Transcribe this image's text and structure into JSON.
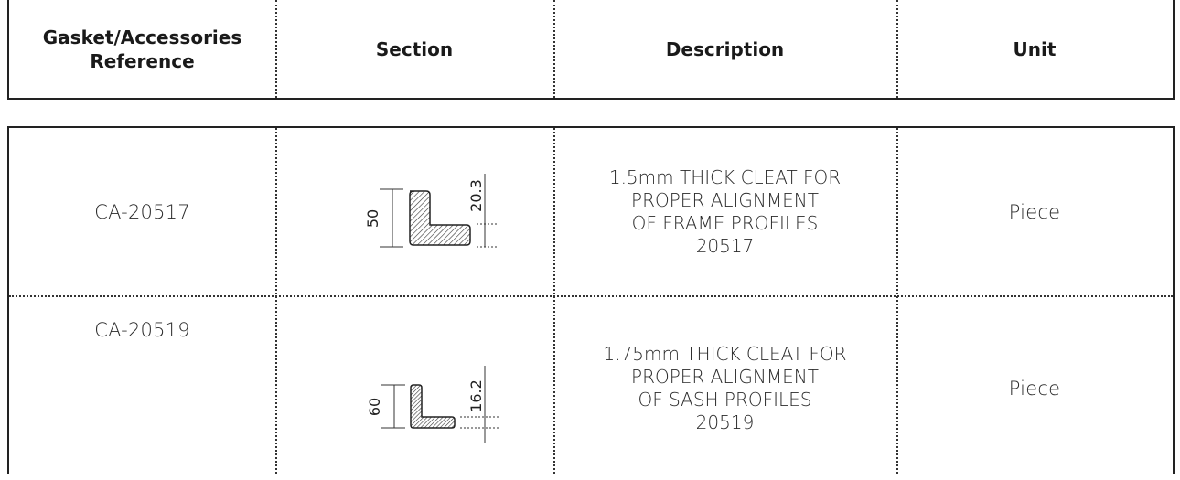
{
  "header": {
    "reference_label": "Gasket/Accessories\nReference",
    "section_label": "Section",
    "description_label": "Description",
    "unit_label": "Unit"
  },
  "rows": [
    {
      "reference": "CA-20517",
      "section": {
        "height_dim": "50",
        "leg_dim": "20.3",
        "icon": "l-cleat-section-icon"
      },
      "description": "1.5mm THICK CLEAT FOR\nPROPER ALIGNMENT\nOF FRAME PROFILES\n20517",
      "unit": "Piece"
    },
    {
      "reference": "CA-20519",
      "section": {
        "height_dim": "60",
        "leg_dim": "16.2",
        "icon": "l-cleat-section-icon"
      },
      "description": "1.75mm THICK CLEAT FOR\nPROPER ALIGNMENT\nOF SASH PROFILES\n20519",
      "unit": "Piece"
    }
  ]
}
